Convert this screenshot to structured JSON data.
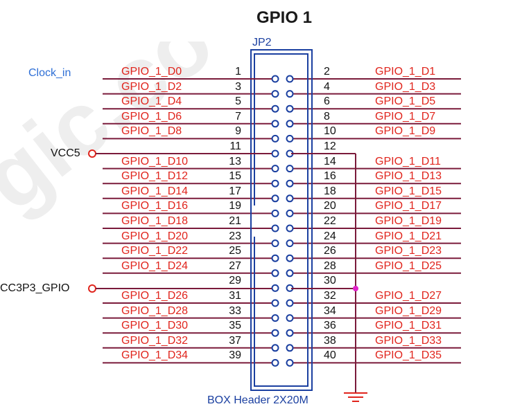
{
  "title": "GPIO 1",
  "connector": {
    "ref": "JP2",
    "part": "BOX Header 2X20M"
  },
  "net_labels": {
    "clock": "Clock_in",
    "vcc5": "VCC5",
    "vcc3p3": "CC3P3_GPIO"
  },
  "watermark": "gic.co",
  "colors": {
    "signal": "#e0241c",
    "wire": "#7a1a3a",
    "header": "#1a3fa0",
    "junction": "#e020c8",
    "label_blue": "#2e6fd6"
  },
  "left_pins": [
    {
      "num": "1",
      "signal": "GPIO_1_D0"
    },
    {
      "num": "3",
      "signal": "GPIO_1_D2"
    },
    {
      "num": "5",
      "signal": "GPIO_1_D4"
    },
    {
      "num": "7",
      "signal": "GPIO_1_D6"
    },
    {
      "num": "9",
      "signal": "GPIO_1_D8"
    },
    {
      "num": "11",
      "signal": ""
    },
    {
      "num": "13",
      "signal": "GPIO_1_D10"
    },
    {
      "num": "15",
      "signal": "GPIO_1_D12"
    },
    {
      "num": "17",
      "signal": "GPIO_1_D14"
    },
    {
      "num": "19",
      "signal": "GPIO_1_D16"
    },
    {
      "num": "21",
      "signal": "GPIO_1_D18"
    },
    {
      "num": "23",
      "signal": "GPIO_1_D20"
    },
    {
      "num": "25",
      "signal": "GPIO_1_D22"
    },
    {
      "num": "27",
      "signal": "GPIO_1_D24"
    },
    {
      "num": "29",
      "signal": ""
    },
    {
      "num": "31",
      "signal": "GPIO_1_D26"
    },
    {
      "num": "33",
      "signal": "GPIO_1_D28"
    },
    {
      "num": "35",
      "signal": "GPIO_1_D30"
    },
    {
      "num": "37",
      "signal": "GPIO_1_D32"
    },
    {
      "num": "39",
      "signal": "GPIO_1_D34"
    }
  ],
  "right_pins": [
    {
      "num": "2",
      "signal": "GPIO_1_D1"
    },
    {
      "num": "4",
      "signal": "GPIO_1_D3"
    },
    {
      "num": "6",
      "signal": "GPIO_1_D5"
    },
    {
      "num": "8",
      "signal": "GPIO_1_D7"
    },
    {
      "num": "10",
      "signal": "GPIO_1_D9"
    },
    {
      "num": "12",
      "signal": ""
    },
    {
      "num": "14",
      "signal": "GPIO_1_D11"
    },
    {
      "num": "16",
      "signal": "GPIO_1_D13"
    },
    {
      "num": "18",
      "signal": "GPIO_1_D15"
    },
    {
      "num": "20",
      "signal": "GPIO_1_D17"
    },
    {
      "num": "22",
      "signal": "GPIO_1_D19"
    },
    {
      "num": "24",
      "signal": "GPIO_1_D21"
    },
    {
      "num": "26",
      "signal": "GPIO_1_D23"
    },
    {
      "num": "28",
      "signal": "GPIO_1_D25"
    },
    {
      "num": "30",
      "signal": ""
    },
    {
      "num": "32",
      "signal": "GPIO_1_D27"
    },
    {
      "num": "34",
      "signal": "GPIO_1_D29"
    },
    {
      "num": "36",
      "signal": "GPIO_1_D31"
    },
    {
      "num": "38",
      "signal": "GPIO_1_D33"
    },
    {
      "num": "40",
      "signal": "GPIO_1_D35"
    }
  ]
}
